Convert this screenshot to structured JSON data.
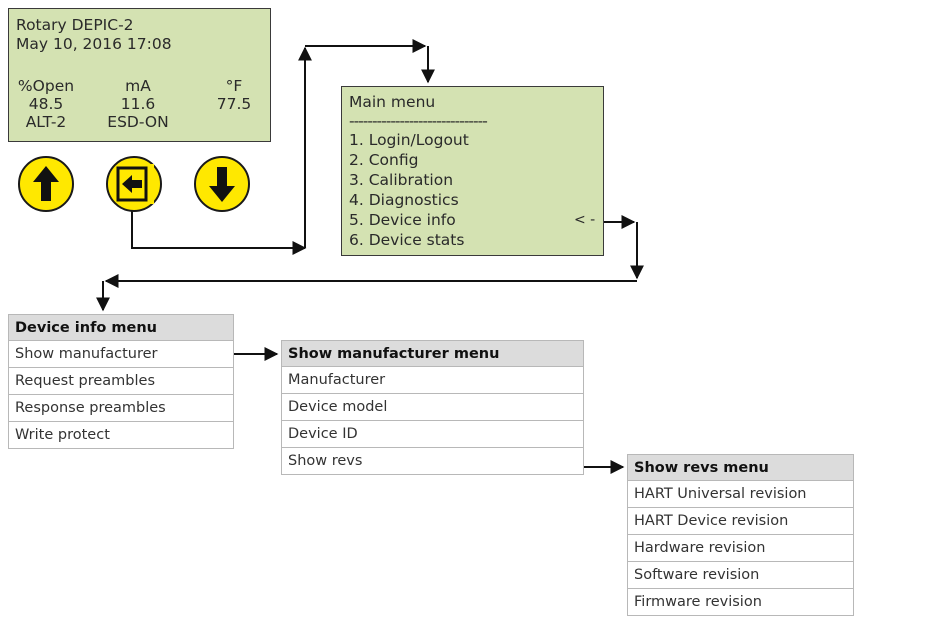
{
  "display": {
    "title": "Rotary DEPIC-2",
    "datetime": "May 10, 2016 17:08",
    "col1_label": "%Open",
    "col1_value": "48.5",
    "col1_status": "ALT-2",
    "col2_label": "mA",
    "col2_value": "11.6",
    "col2_status": "ESD-ON",
    "col3_label": "°F",
    "col3_value": "77.5"
  },
  "buttons": {
    "up": "up-arrow-icon",
    "enter": "enter-icon",
    "down": "down-arrow-icon",
    "color": "#ffe800"
  },
  "main_menu": {
    "title": "Main menu",
    "separator": "------------------------------",
    "items": [
      "1. Login/Logout",
      "2. Config",
      "3. Calibration",
      "4. Diagnostics",
      "5. Device info",
      "6. Device stats"
    ],
    "pointer": "< -"
  },
  "device_info_menu": {
    "title": "Device info menu",
    "items": [
      "Show manufacturer",
      "Request preambles",
      "Response preambles",
      "Write protect"
    ]
  },
  "manufacturer_menu": {
    "title": "Show manufacturer menu",
    "items": [
      "Manufacturer",
      "Device model",
      "Device ID",
      "Show revs"
    ]
  },
  "revs_menu": {
    "title": "Show revs menu",
    "items": [
      "HART Universal revision",
      "HART Device revision",
      "Hardware revision",
      "Software revision",
      "Firmware revision"
    ]
  },
  "colors": {
    "lcd_bg": "#d4e2b2",
    "header_bg": "#dcdcdc",
    "line": "#111111"
  }
}
